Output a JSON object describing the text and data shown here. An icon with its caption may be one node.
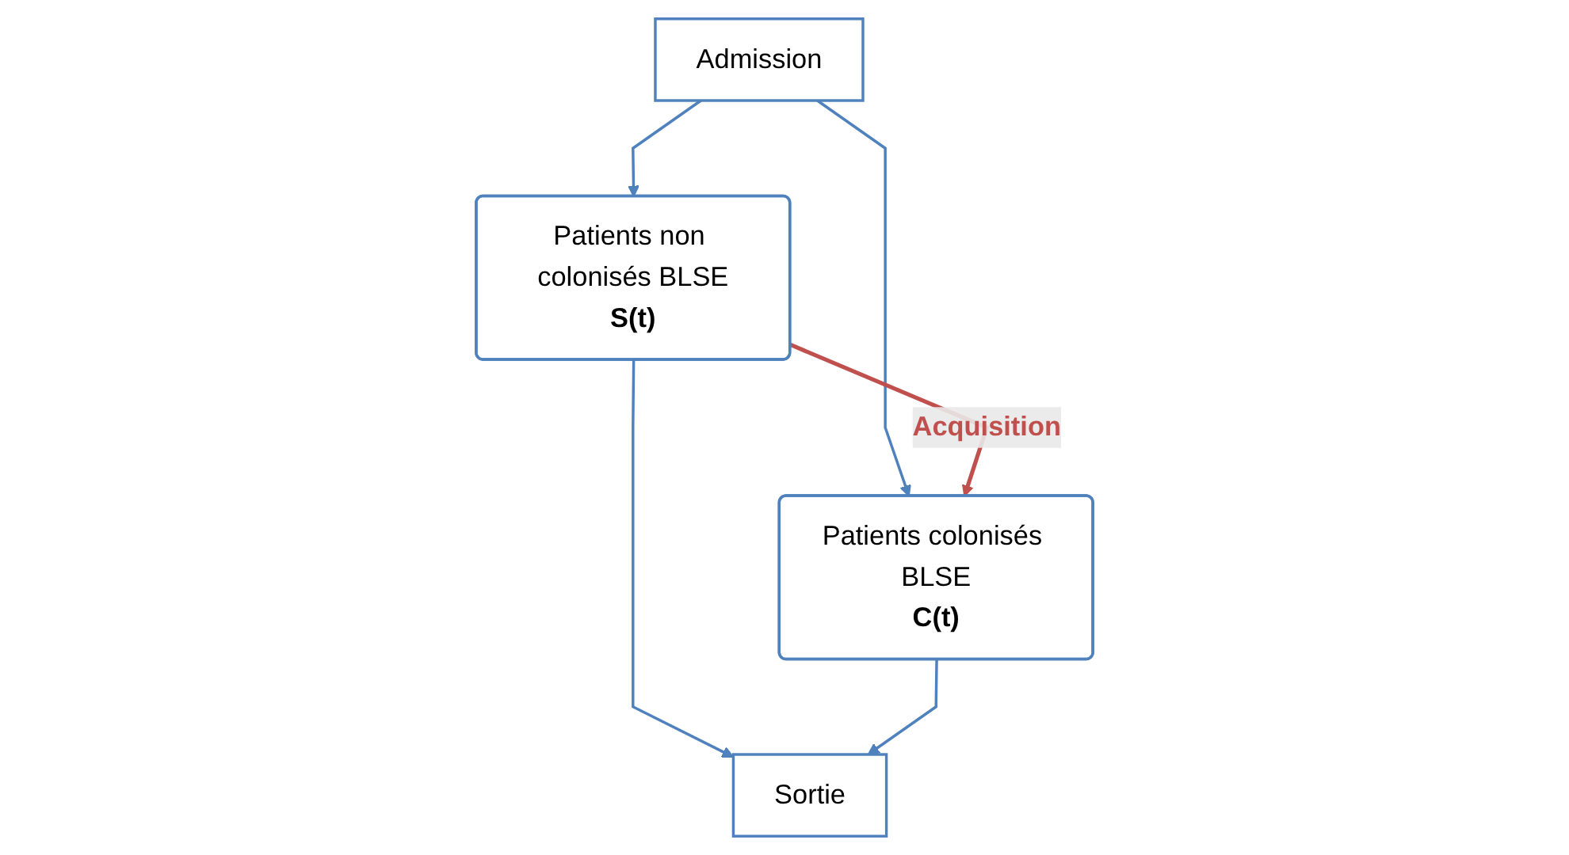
{
  "diagram": {
    "nodes": [
      {
        "text": [
          "Admission"
        ]
      },
      {
        "text": [
          "Patients non colonisés BLSE",
          "S(t)"
        ]
      },
      {
        "text": [
          "Patients colonisés BLSE",
          "C(t)"
        ]
      },
      {
        "text": [
          "Sortie"
        ]
      }
    ],
    "edges": [
      {
        "from": 0,
        "to": 1,
        "arrow": "to"
      },
      {
        "from": 0,
        "to": 2,
        "arrow": "to"
      },
      {
        "from": 1,
        "to": 2,
        "arrow": "to",
        "label": "Acquisition",
        "color": "#c0504d"
      },
      {
        "from": 1,
        "to": 3,
        "arrow": "to"
      },
      {
        "from": 2,
        "to": 3,
        "arrow": "to"
      }
    ]
  }
}
